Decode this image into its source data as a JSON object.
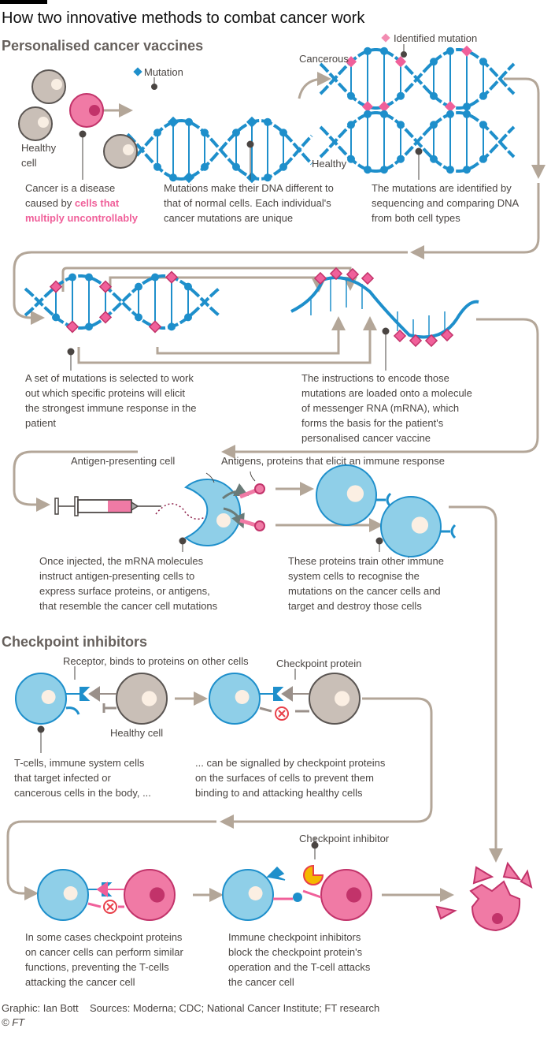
{
  "title": "How two innovative methods to combat cancer work",
  "colors": {
    "blue": "#1e8fcb",
    "cell_blue": "#8fcfe8",
    "pink": "#f0609a",
    "dark_pink": "#c2336a",
    "grey_cell": "#c9bfb7",
    "arrow": "#b3a698",
    "text": "#4a4542"
  },
  "vaccines": {
    "heading": "Personalised cancer vaccines",
    "labels": {
      "mutation": "Mutation",
      "identified_mutation": "Identified mutation",
      "cancerous": "Cancerous",
      "healthy": "Healthy",
      "healthy_cell": [
        "Healthy",
        "cell"
      ],
      "antigen_presenting_cell": "Antigen-presenting cell",
      "antigens": "Antigens, proteins that elicit an immune response"
    },
    "captions": {
      "disease": {
        "line1": "Cancer is a disease",
        "line2_plain": "caused by ",
        "line2_pink": "cells that",
        "line3_pink": "multiply uncontrollably"
      },
      "mutations": [
        "Mutations make their DNA different to",
        "that of normal cells. Each individual's",
        "cancer mutations are unique"
      ],
      "identified": [
        "The mutations are identified by",
        "sequencing and comparing DNA",
        "from both cell types"
      ],
      "selected": [
        "A set of mutations is selected to work",
        "out which specific proteins will elicit",
        "the strongest immune response in the",
        "patient"
      ],
      "mrna": [
        "The instructions to encode those",
        "mutations are loaded onto a molecule",
        "of messenger RNA (mRNA), which",
        "forms the basis for the patient's",
        "personalised cancer vaccine"
      ],
      "injected": [
        "Once injected, the mRNA molecules",
        "instruct antigen-presenting cells to",
        "express surface proteins, or antigens,",
        "that resemble the cancer cell mutations"
      ],
      "train": [
        "These proteins train other immune",
        "system cells to recognise the",
        "mutations on the cancer cells and",
        "target and destroy those cells"
      ]
    }
  },
  "checkpoint": {
    "heading": "Checkpoint inhibitors",
    "labels": {
      "receptor": "Receptor, binds to proteins on other cells",
      "checkpoint_protein": "Checkpoint protein",
      "healthy_cell": "Healthy cell",
      "checkpoint_inhibitor": "Checkpoint inhibitor"
    },
    "captions": {
      "tcells": [
        "T-cells, immune system cells",
        "that target infected or",
        "cancerous cells in the body, ..."
      ],
      "signalled": [
        "... can be signalled by checkpoint proteins",
        "on the surfaces of cells to prevent them",
        "binding to and attacking healthy cells"
      ],
      "cancer_cells": [
        "In some cases checkpoint proteins",
        "on cancer cells can perform similar",
        "functions, preventing the T-cells",
        "attacking the cancer cell"
      ],
      "inhibitors": [
        "Immune checkpoint inhibitors",
        "block the checkpoint protein's",
        "operation and the T-cell attacks",
        "the cancer cell"
      ]
    }
  },
  "footer": {
    "credit": "Graphic: Ian Bott",
    "sources": "Sources: Moderna; CDC; National Cancer Institute; FT research",
    "copyright": "© FT"
  }
}
